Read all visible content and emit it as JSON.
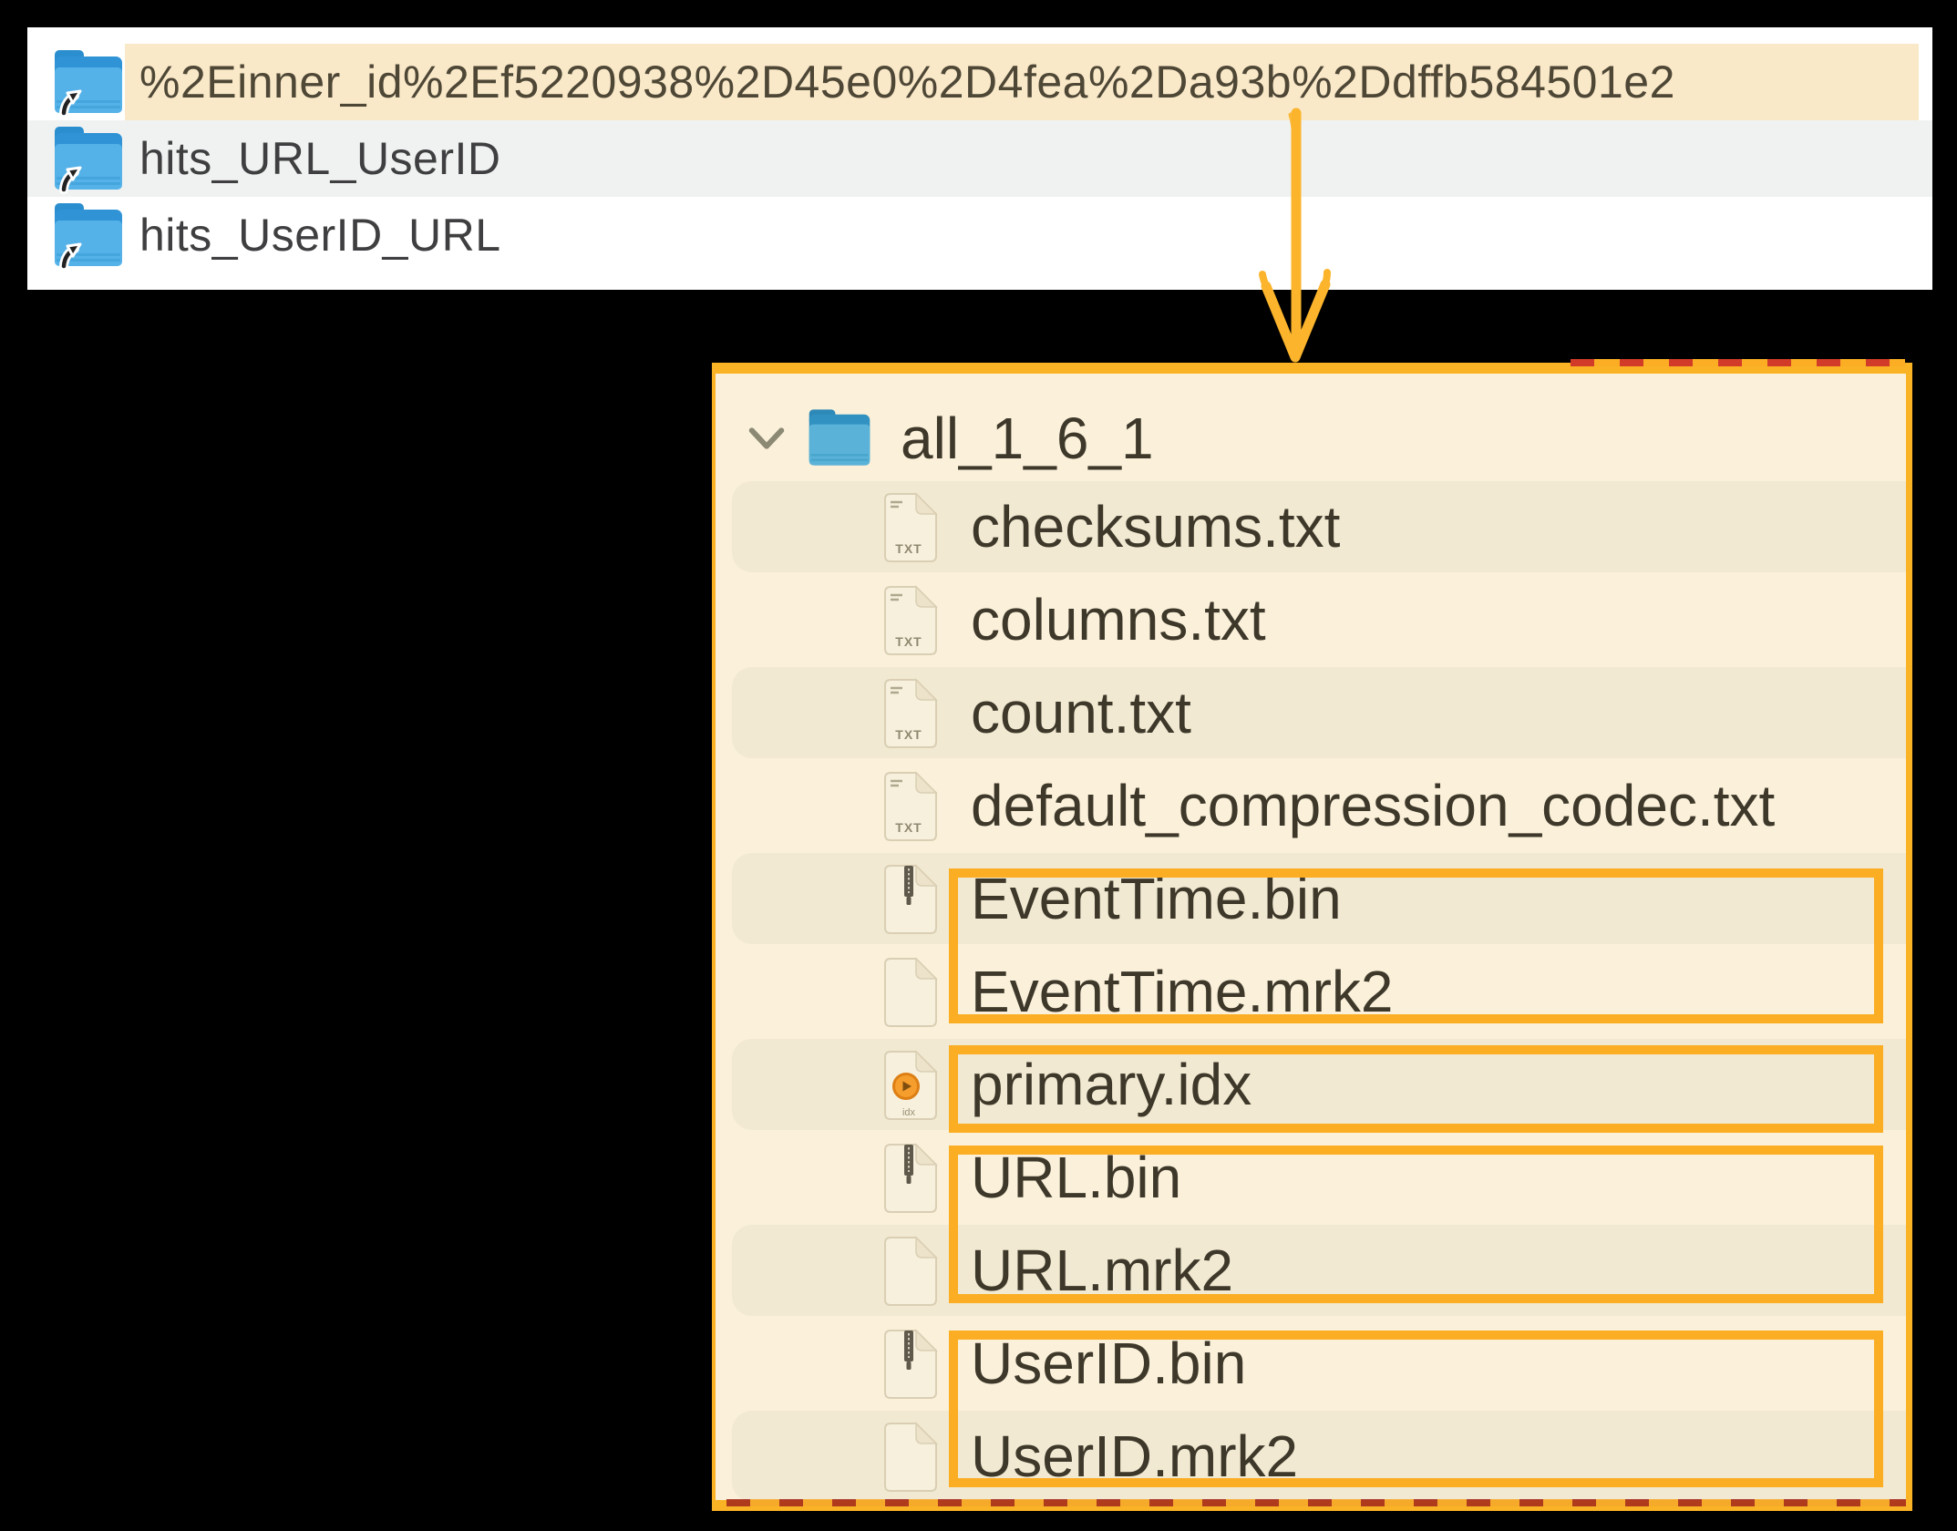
{
  "colors": {
    "annotation_orange": "#FBB326",
    "annotation_red": "#C23A28",
    "arrow_orange": "#FBB42C",
    "selection_cream": "#FAE9C9",
    "panel_cream": "#FBF1DA",
    "row_highlight_beige": "#F1E9D1",
    "alt_row_gray": "#F0F2F1",
    "folder_blue": "#49A8E0",
    "text_dark": "#3E382B"
  },
  "finder_list": {
    "items": [
      {
        "name": "%2Einner_id%2Ef5220938%2D45e0%2D4fea%2Da93b%2Ddffb584501e2",
        "selected": true,
        "icon": "alias-folder"
      },
      {
        "name": "hits_URL_UserID",
        "selected": false,
        "icon": "alias-folder"
      },
      {
        "name": "hits_UserID_URL",
        "selected": false,
        "icon": "alias-folder"
      }
    ]
  },
  "part_tree": {
    "folder": {
      "name": "all_1_6_1",
      "expanded": true,
      "icon": "folder"
    },
    "files": [
      {
        "name": "checksums.txt",
        "icon": "txt"
      },
      {
        "name": "columns.txt",
        "icon": "txt"
      },
      {
        "name": "count.txt",
        "icon": "txt"
      },
      {
        "name": "default_compression_codec.txt",
        "icon": "txt"
      },
      {
        "name": "EventTime.bin",
        "icon": "bin"
      },
      {
        "name": "EventTime.mrk2",
        "icon": "mrk"
      },
      {
        "name": "primary.idx",
        "icon": "idx"
      },
      {
        "name": "URL.bin",
        "icon": "bin"
      },
      {
        "name": "URL.mrk2",
        "icon": "mrk"
      },
      {
        "name": "UserID.bin",
        "icon": "bin"
      },
      {
        "name": "UserID.mrk2",
        "icon": "mrk"
      }
    ],
    "annotation_boxes": [
      {
        "around": [
          "EventTime.bin",
          "EventTime.mrk2"
        ]
      },
      {
        "around": [
          "primary.idx"
        ]
      },
      {
        "around": [
          "URL.bin",
          "URL.mrk2"
        ]
      },
      {
        "around": [
          "UserID.bin",
          "UserID.mrk2"
        ]
      }
    ],
    "arrow": {
      "from": "selected-part-folder",
      "to": "part-contents-panel"
    }
  }
}
